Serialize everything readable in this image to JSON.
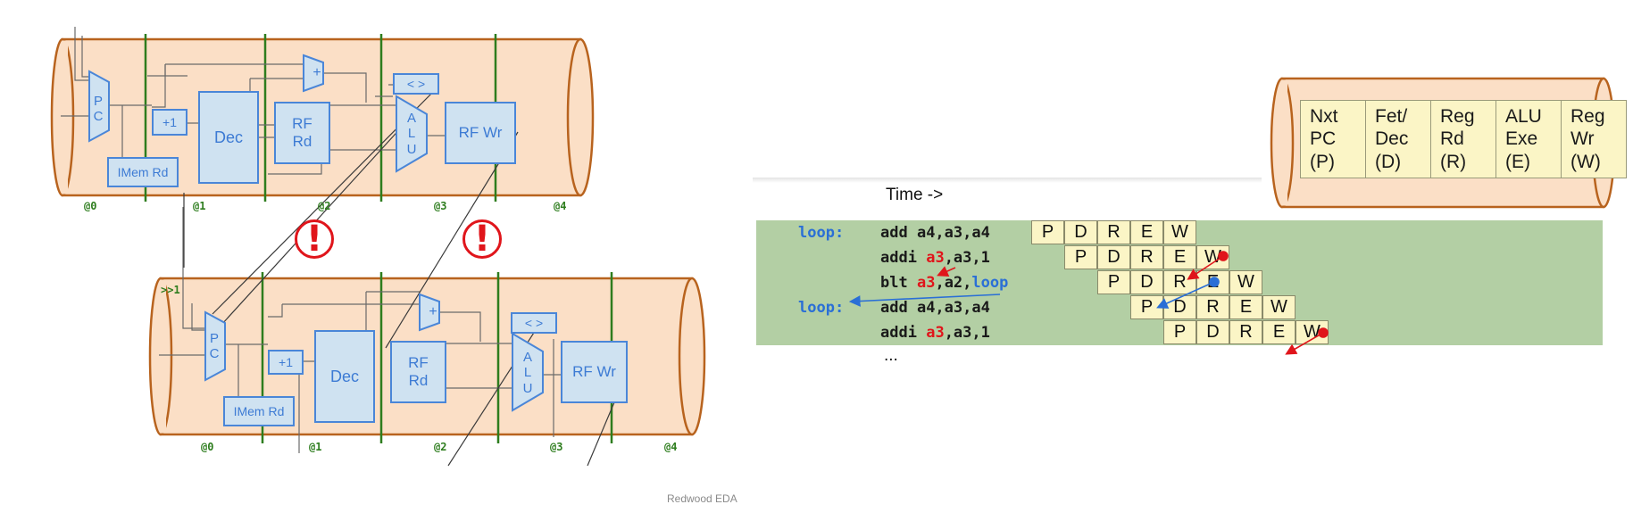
{
  "diagram": {
    "blocks": {
      "pc": "P\nC",
      "plus1": "+1",
      "imem": "IMem Rd",
      "dec": "Dec",
      "rfrd": "RF\nRd",
      "adder": "+",
      "cmp": "< >",
      "alu": "A\nL\nU",
      "rfwr": "RF Wr"
    },
    "top_stages": [
      "@0",
      "@1",
      "@2",
      "@3",
      "@4"
    ],
    "bottom_stages": [
      "@0",
      "@1",
      "@2",
      "@3",
      "@4"
    ],
    "bottom_retiming": ">>1",
    "warning": "!"
  },
  "legend": {
    "stages": [
      "Nxt\nPC\n(P)",
      "Fet/\nDec\n(D)",
      "Reg\nRd\n(R)",
      "ALU\nExe\n(E)",
      "Reg\nWr\n(W)"
    ]
  },
  "timeline": {
    "time_label": "Time ->",
    "instructions": [
      {
        "label": "loop:",
        "op": "add",
        "args_pre": " a4,a3,a4",
        "red": "",
        "args_post": "",
        "blue": "",
        "start": 0
      },
      {
        "label": "",
        "op": "addi",
        "args_pre": " ",
        "red": "a3",
        "args_post": ",a3,1",
        "blue": "",
        "start": 1
      },
      {
        "label": "",
        "op": "blt",
        "args_pre": " ",
        "red": "a3",
        "args_post": ",a2,",
        "blue": "loop",
        "start": 2
      },
      {
        "label": "loop:",
        "op": "add",
        "args_pre": " a4,a3,a4",
        "red": "",
        "args_post": "",
        "blue": "",
        "start": 3
      },
      {
        "label": "",
        "op": "addi",
        "args_pre": " ",
        "red": "a3",
        "args_post": ",a3,1",
        "blue": "",
        "start": 4
      }
    ],
    "ellipsis": "...",
    "stage_letters": [
      "P",
      "D",
      "R",
      "E",
      "W"
    ]
  },
  "footer": {
    "credit": "Redwood EDA"
  }
}
